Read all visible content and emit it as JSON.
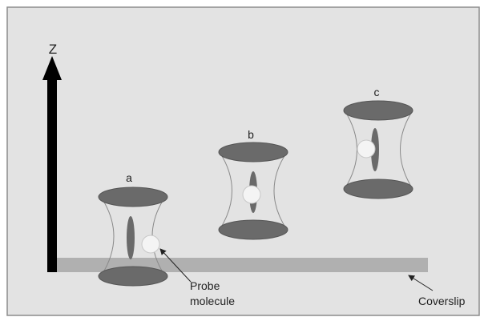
{
  "axis": {
    "label": "Z"
  },
  "volumes": [
    {
      "label": "a"
    },
    {
      "label": "b"
    },
    {
      "label": "c"
    }
  ],
  "annotations": {
    "probe_line1": "Probe",
    "probe_line2": "molecule",
    "coverslip": "Coverslip"
  },
  "colors": {
    "background": "#e3e3e3",
    "frame": "#8c8c8c",
    "coverslip": "#b0b0b0",
    "ellipse": "#6a6a6a",
    "probe": "#f4f4f4",
    "axis": "#000000"
  }
}
